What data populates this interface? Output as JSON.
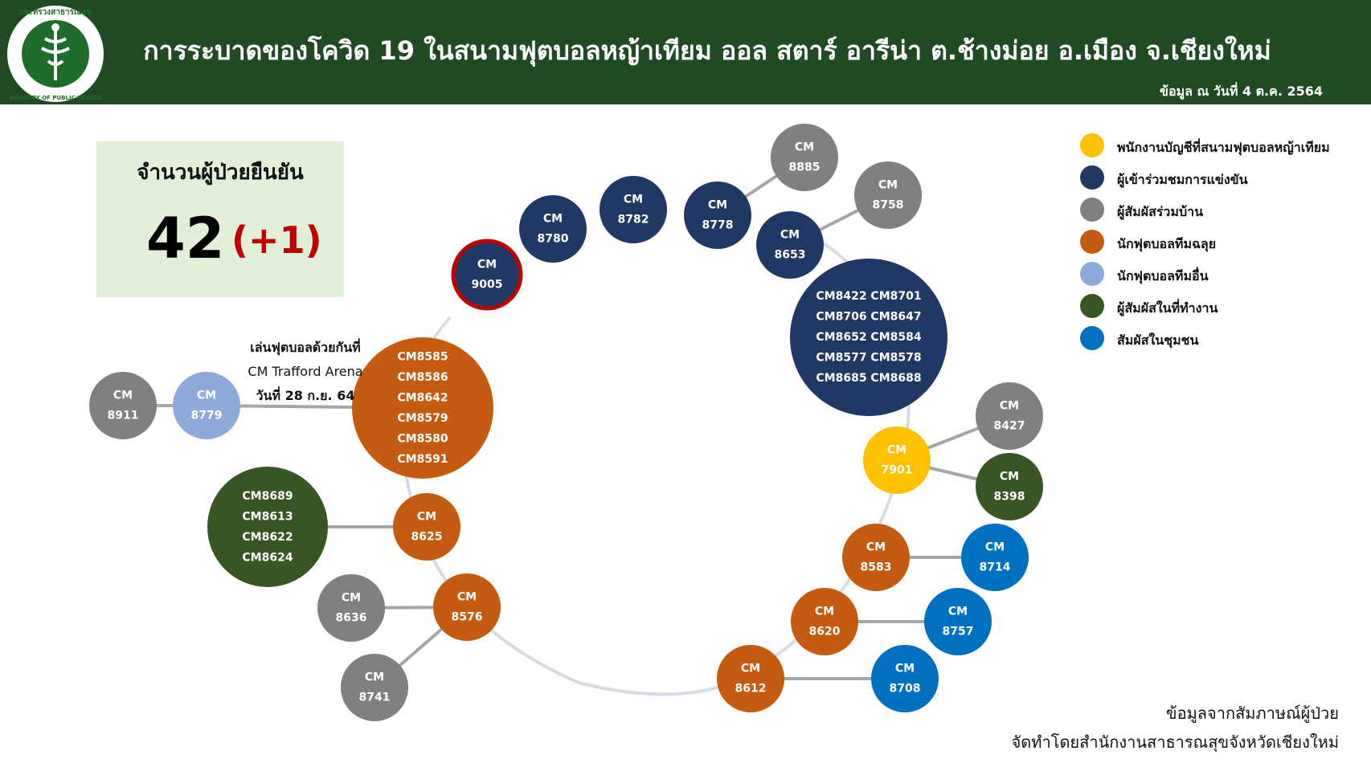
{
  "header": {
    "logo_text_top": "กระทรวงสาธารณสุข",
    "logo_text_bottom": "MINISTRY OF PUBLIC HEALTH",
    "title": "การระบาดของโควิด 19 ในสนามฟุตบอลหญ้าเทียม ออล สตาร์ อารีน่า ต.ช้างม่อย อ.เมือง จ.เชียงใหม่",
    "date": "ข้อมูล ณ วันที่ 4 ต.ค. 2564"
  },
  "summary": {
    "label": "จำนวนผู้ป่วยยืนยัน",
    "total": "42",
    "new": "(+1)"
  },
  "venue_note": {
    "line1": "เล่นฟุตบอลด้วยกันที่",
    "line2": "CM Trafford Arena",
    "line3": "วันที่ 28 ก.ย. 64"
  },
  "legend": [
    {
      "label": "พนักงานบัญชีที่สนามฟุตบอลหญ้าเทียม",
      "color": "#ffc000"
    },
    {
      "label": "ผู้เข้าร่วมชมการแข่งขัน",
      "color": "#1f3864"
    },
    {
      "label": "ผู้สัมผัสร่วมบ้าน",
      "color": "#808080"
    },
    {
      "label": "นักฟุตบอลทีมฉลุย",
      "color": "#c55a11"
    },
    {
      "label": "นักฟุตบอลทีมอื่น",
      "color": "#8eaadb"
    },
    {
      "label": "ผู้สัมผัสในที่ทำงาน",
      "color": "#375623"
    },
    {
      "label": "สัมผัสในชุมชน",
      "color": "#0070c0"
    }
  ],
  "nodes": [
    {
      "id": "9005",
      "lines": [
        "CM",
        "9005"
      ],
      "color": "#1f3864",
      "highlight": "#c00000"
    },
    {
      "id": "8780",
      "lines": [
        "CM",
        "8780"
      ],
      "color": "#1f3864"
    },
    {
      "id": "8782",
      "lines": [
        "CM",
        "8782"
      ],
      "color": "#1f3864"
    },
    {
      "id": "8778",
      "lines": [
        "CM",
        "8778"
      ],
      "color": "#1f3864"
    },
    {
      "id": "8885",
      "lines": [
        "CM",
        "8885"
      ],
      "color": "#808080"
    },
    {
      "id": "8758",
      "lines": [
        "CM",
        "8758"
      ],
      "color": "#808080"
    },
    {
      "id": "8653",
      "lines": [
        "CM",
        "8653"
      ],
      "color": "#1f3864"
    },
    {
      "id": "bigblue",
      "lines": [
        "CM8422 CM8701",
        "CM8706 CM8647",
        "CM8652 CM8584",
        "CM8577 CM8578",
        "CM8685 CM8688"
      ],
      "color": "#1f3864"
    },
    {
      "id": "7901",
      "lines": [
        "CM",
        "7901"
      ],
      "color": "#ffc000",
      "dark_text": true
    },
    {
      "id": "8427",
      "lines": [
        "CM",
        "8427"
      ],
      "color": "#808080"
    },
    {
      "id": "8398",
      "lines": [
        "CM",
        "8398"
      ],
      "color": "#375623"
    },
    {
      "id": "8583",
      "lines": [
        "CM",
        "8583"
      ],
      "color": "#c55a11"
    },
    {
      "id": "8714",
      "lines": [
        "CM",
        "8714"
      ],
      "color": "#0070c0"
    },
    {
      "id": "8620",
      "lines": [
        "CM",
        "8620"
      ],
      "color": "#c55a11"
    },
    {
      "id": "8757",
      "lines": [
        "CM",
        "8757"
      ],
      "color": "#0070c0"
    },
    {
      "id": "8612",
      "lines": [
        "CM",
        "8612"
      ],
      "color": "#c55a11"
    },
    {
      "id": "8708",
      "lines": [
        "CM",
        "8708"
      ],
      "color": "#0070c0"
    },
    {
      "id": "bigorange",
      "lines": [
        "CM8585",
        "CM8586",
        "CM8642",
        "CM8579",
        "CM8580",
        "CM8591"
      ],
      "color": "#c55a11"
    },
    {
      "id": "8779",
      "lines": [
        "CM",
        "8779"
      ],
      "color": "#8eaadb"
    },
    {
      "id": "8911",
      "lines": [
        "CM",
        "8911"
      ],
      "color": "#808080"
    },
    {
      "id": "8625",
      "lines": [
        "CM",
        "8625"
      ],
      "color": "#c55a11"
    },
    {
      "id": "biggreen",
      "lines": [
        "CM8689",
        "CM8613",
        "CM8622",
        "CM8624"
      ],
      "color": "#375623"
    },
    {
      "id": "8576",
      "lines": [
        "CM",
        "8576"
      ],
      "color": "#c55a11"
    },
    {
      "id": "8636",
      "lines": [
        "CM",
        "8636"
      ],
      "color": "#808080"
    },
    {
      "id": "8741",
      "lines": [
        "CM",
        "8741"
      ],
      "color": "#808080"
    }
  ],
  "links": [
    [
      "8778",
      "8885"
    ],
    [
      "8653",
      "8758"
    ],
    [
      "7901",
      "8427"
    ],
    [
      "7901",
      "8398"
    ],
    [
      "8583",
      "8714"
    ],
    [
      "8620",
      "8757"
    ],
    [
      "8612",
      "8708"
    ],
    [
      "bigorange",
      "8779"
    ],
    [
      "8779",
      "8911"
    ],
    [
      "8625",
      "biggreen"
    ],
    [
      "8576",
      "8636"
    ],
    [
      "8576",
      "8741"
    ]
  ],
  "source": {
    "line1": "ข้อมูลจากสัมภาษณ์ผู้ป่วย",
    "line2": "จัดทำโดยสำนักงานสาธารณสุขจังหวัดเชียงใหม่"
  }
}
